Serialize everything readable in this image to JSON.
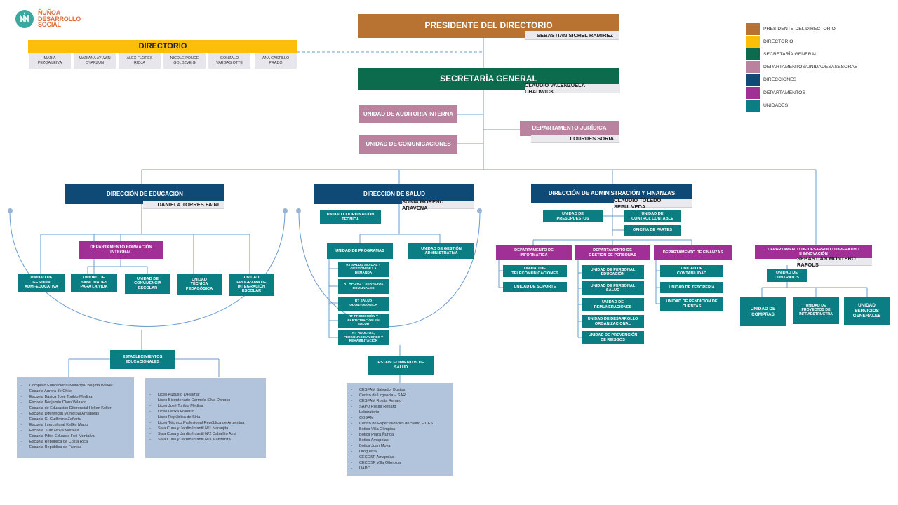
{
  "logo": {
    "lines": [
      "ÑUÑOA",
      "DESARROLLO",
      "SOCIAL"
    ],
    "icon": "nn-logo-icon"
  },
  "colors": {
    "presidente": "#b87333",
    "directorio": "#fbbf0a",
    "secretaria": "#0c6b4c",
    "asesoras": "#b9839f",
    "direcciones": "#0f4a77",
    "departamentos": "#a02f96",
    "unidades": "#0a7e82",
    "panel": "#b2c3dc"
  },
  "presidente": {
    "title": "PRESIDENTE DEL DIRECTORIO",
    "name": "SEBASTIAN SICHEL RAMIREZ"
  },
  "directorio": {
    "title": "DIRECTORIO",
    "members": [
      "MARIA\nPEZOA LEIVA",
      "MARIANA AYLWIN\nOYARZUN",
      "ALEX FLORES\nRIOJA",
      "NICOLE PONCE\nGOLDZVEIG",
      "GONZALO\nVARGAS OTTE",
      "ANA CASTILLO\nPRADO"
    ]
  },
  "secretaria": {
    "title": "SECRETARÍA GENERAL",
    "name": "CLAUDIO VALENZUELA CHADWICK"
  },
  "asesoras": {
    "auditoria": "UNIDAD  DE AUDITORIA INTERNA",
    "comunicaciones": "UNIDAD  DE COMUNICACIONES",
    "juridica": "DEPARTAMENTO JURÍDICA",
    "juridica_name": "LOURDES SORIA"
  },
  "educacion": {
    "title": "DIRECCIÓN DE EDUCACIÓN",
    "name": "DANIELA TORRES FAINI",
    "dept": "DEPARTAMENTO FORMACIÓN\nINTEGRAL",
    "units": [
      "UNIDAD DE\nGESTIÓN\nADM.-EDUCATIVA",
      "UNIDAD DE\nHABILIDADES\nPARA LA VIDA",
      "UNIDAD DE\nCONVIVENCIA\nESCOLAR",
      "UNIDAD\nTÉCNICA\nPEDAGÓGICA",
      "UNIDAD\nPROGRAMA DE\nINTEGRACIÓN\nESCOLAR"
    ],
    "establecimientos": "ESTABLECIMIENTOS\nEDUCACIONALES",
    "schools_left": [
      "Complejo Educacional Municipal Brígida Walker",
      "Escuela Aurora de Chile",
      "Escuela Básica José Toribio Medina",
      "Escuela Benjamín Claro Velasco",
      "Escuela de Educación Diferencial Hellen Keller",
      "Escuela Diferencial   Municipal Amapolas",
      "Escuela G. Guillermo Zañartu",
      "Escuela Intercultural Kellku Mapu",
      "Escuela Juan Moya Morales",
      "Escuela Pdte. Eduardo Frei Montalva",
      "Escuela República de Costa Rica",
      "Escuela República de Francia"
    ],
    "schools_right": [
      "Liceo  Augusto D'Halmar",
      "Liceo  Bicentenario Carmela Silva Donoso",
      "Liceo  José Toribio Medina",
      "Liceo  Lenka Franulic",
      "Liceo  República de Siria",
      "Liceo  Técnico Profesional República de Argentina",
      "Sala Cuna y Jardín Infantil  Nº1 Naranjita",
      "Sala Cuna y Jardín Infantil  Nº2 Caballito Azul",
      "Sala Cuna y Jardín Infantil  Nº3 Manzanita"
    ]
  },
  "salud": {
    "title": "DIRECCIÓN DE SALUD",
    "name": "SONIA MORENO ARAVENA",
    "coordinacion": "UNIDAD COORDINACIÓN\nTÉCNICA",
    "programas": "UNIDAD DE PROGRAMAS",
    "gestion": "UNIDAD DE GESTIÓN\nADMINISTRATIVA",
    "rt_units": [
      "RT SALUD SEXUAL Y\nGESTIÓN DE LA\nDEMANDA",
      "RT APOYO Y SERVICIOS\nCOMUNALES",
      "RT SALUD\nODONTOLÓGICA",
      "RT PROMOCIÓN  Y\nPARTICIPACIÓN  EN\nSALUD",
      "RT ADULTOS,\nPERSONAS MAYORES Y\nREHABILITACIÓN"
    ],
    "establecimientos": "ESTABLECIMIENTOS   DE\nSALUD",
    "centers": [
      "CESFAM Salvador Bustos",
      "Centro de Urgencia – SAR",
      "CESFAM Rosita Renard",
      "SAPU Rosita Renard",
      "Laboratorio",
      "COSAM",
      "Centro de Especialidades de Salud – CES",
      "Botica Villa Olímpica",
      "Botica Plaza Ñuñoa",
      "Botica Amapolas",
      "Botica Juan Moya",
      "Droguería",
      "CECOSF Amapolas",
      "CECOSF Villa Olímpica",
      "UAPO"
    ]
  },
  "finanzas": {
    "title": "DIRECCIÓN DE ADMINISTRACIÓN  Y FINANZAS",
    "name": "CLAUDIO TOLEDO SEPULVEDA",
    "presupuestos": "UNIDAD DE\nPRESUPUESTOS",
    "control": "UNIDAD DE\nCONTROL CONTABLE",
    "partes": "OFICINA DE PARTES",
    "informatica": "DEPARTAMENTO  DE\nINFORMÁTICA",
    "personas": "DEPARTAMENTO  DE\nGESTIÓN  DE PERSONAS",
    "dep_finanzas": "DEPARTAMENTO  DE FINANZAS",
    "informatica_units": [
      "UNIDAD DE\nTELECOMUNICACIONES",
      "UNIDAD DE SOPORTE"
    ],
    "personas_units": [
      "UNIDAD DE PERSONAL\nEDUCACIÓN",
      "UNIDAD DE PERSONAL\nSALUD",
      "UNIDAD DE\nREMUNERACIONES",
      "UNIDAD DE DESARROLLO\nORGANIZACIONAL",
      "UNIDAD DE PREVENCIÓN\nDE RIESGOS"
    ],
    "finanzas_units": [
      "UNIDAD DE\nCONTABILIDAD",
      "UNIDAD DE TESORERÍA",
      "UNIDAD DE RENDICIÓN DE\nCUENTAS"
    ]
  },
  "desarrollo": {
    "title": "DEPARTAMENTO DE DESARROLLO OPERATIVO\nE INNOVACIÓN",
    "name": "SEBASTIÁN MONTERO RAFOLS",
    "contratos": "UNIDAD DE\nCONTRATOS",
    "units": [
      "UNIDAD DE\nCOMPRAS",
      "UNIDAD DE\nPROYECTOS DE\nINFRAESTRUCTRA",
      "UNIDAD\nSERVICIOS\nGENERALES"
    ]
  },
  "legend": [
    {
      "label": "PRESIDENTE DEL DIRECTORIO",
      "color": "#b87333"
    },
    {
      "label": "DIRECTORIO",
      "color": "#fbbf0a"
    },
    {
      "label": "SECRETARÍA GENERAL",
      "color": "#0c6b4c"
    },
    {
      "label": "DEPARTAMENTOS/UNIDADESASESORAS",
      "color": "#b9839f"
    },
    {
      "label": "DIRECCIONES",
      "color": "#0f4a77"
    },
    {
      "label": "DEPARTAMENTOS",
      "color": "#a02f96"
    },
    {
      "label": "UNIDADES",
      "color": "#0a7e82"
    }
  ]
}
